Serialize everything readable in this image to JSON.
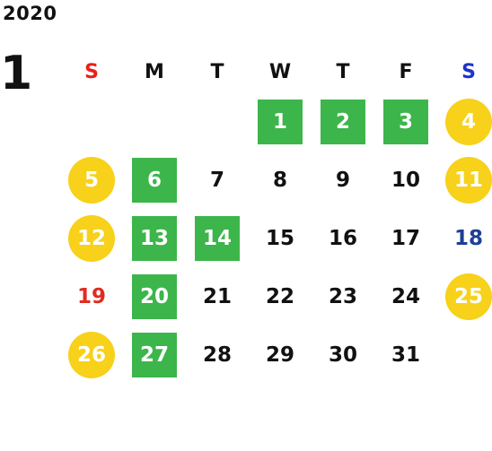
{
  "header": {
    "year": "2020",
    "month": "1"
  },
  "weekdays": [
    "S",
    "M",
    "T",
    "W",
    "T",
    "F",
    "S"
  ],
  "colors": {
    "sunday_header": "#e8201a",
    "saturday_header": "#1f34c9",
    "sunday_plain": "#e02c20",
    "saturday_plain": "#1d3f95",
    "green_mark": "#3cb54b",
    "yellow_mark": "#f7d11a"
  },
  "weeks": [
    [
      {
        "day": "",
        "mark": "none"
      },
      {
        "day": "",
        "mark": "none"
      },
      {
        "day": "",
        "mark": "none"
      },
      {
        "day": "1",
        "mark": "green"
      },
      {
        "day": "2",
        "mark": "green"
      },
      {
        "day": "3",
        "mark": "green"
      },
      {
        "day": "4",
        "mark": "yellow"
      }
    ],
    [
      {
        "day": "5",
        "mark": "yellow"
      },
      {
        "day": "6",
        "mark": "green"
      },
      {
        "day": "7",
        "mark": "none"
      },
      {
        "day": "8",
        "mark": "none"
      },
      {
        "day": "9",
        "mark": "none"
      },
      {
        "day": "10",
        "mark": "none"
      },
      {
        "day": "11",
        "mark": "yellow"
      }
    ],
    [
      {
        "day": "12",
        "mark": "yellow"
      },
      {
        "day": "13",
        "mark": "green"
      },
      {
        "day": "14",
        "mark": "green"
      },
      {
        "day": "15",
        "mark": "none"
      },
      {
        "day": "16",
        "mark": "none"
      },
      {
        "day": "17",
        "mark": "none"
      },
      {
        "day": "18",
        "mark": "none"
      }
    ],
    [
      {
        "day": "19",
        "mark": "none"
      },
      {
        "day": "20",
        "mark": "green"
      },
      {
        "day": "21",
        "mark": "none"
      },
      {
        "day": "22",
        "mark": "none"
      },
      {
        "day": "23",
        "mark": "none"
      },
      {
        "day": "24",
        "mark": "none"
      },
      {
        "day": "25",
        "mark": "yellow"
      }
    ],
    [
      {
        "day": "26",
        "mark": "yellow"
      },
      {
        "day": "27",
        "mark": "green"
      },
      {
        "day": "28",
        "mark": "none"
      },
      {
        "day": "29",
        "mark": "none"
      },
      {
        "day": "30",
        "mark": "none"
      },
      {
        "day": "31",
        "mark": "none"
      },
      {
        "day": "",
        "mark": "none"
      }
    ]
  ]
}
